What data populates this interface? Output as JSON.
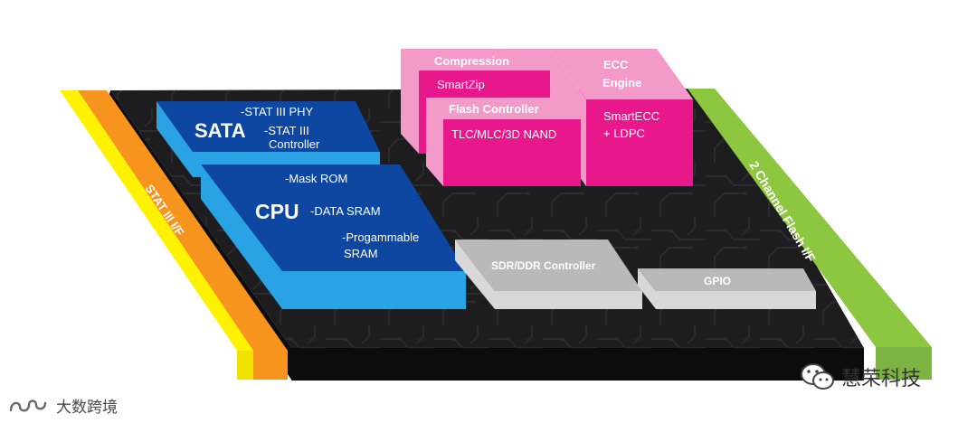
{
  "diagram": {
    "sata": {
      "title": "SATA",
      "items": [
        "-STAT III PHY",
        "-STAT III",
        "Controller"
      ]
    },
    "cpu": {
      "title": "CPU",
      "items": [
        "-Mask ROM",
        "-DATA SRAM",
        "-Progammable",
        "SRAM"
      ]
    },
    "compression": {
      "title": "Compression",
      "sub": "SmartZip"
    },
    "flash_controller": {
      "title": "Flash Controller",
      "sub": "TLC/MLC/3D NAND"
    },
    "ecc": {
      "title_line1": "ECC",
      "title_line2": "Engine",
      "sub_line1": "SmartECC",
      "sub_line2": "+ LDPC"
    },
    "sdr_ddr": "SDR/DDR Controller",
    "gpio": "GPIO",
    "left_bar": "STAT III I/F",
    "right_bar": "2 Channel Flash I/F"
  },
  "watermarks": {
    "bottom_left": "大数跨境",
    "bottom_right": "慧荣科技"
  },
  "colors": {
    "board": "#1d1d1f",
    "board_edge": "#0c0c0d",
    "blue": "#0d47a1",
    "blue_light": "#29a3e4",
    "magenta": "#e8188c",
    "pink": "#f49ac9",
    "gray": "#b9b9b9",
    "orange": "#f7941d",
    "yellow": "#fff200",
    "green": "#8dc63f"
  },
  "icons": [
    "loop-logo-icon",
    "wechat-icon"
  ]
}
